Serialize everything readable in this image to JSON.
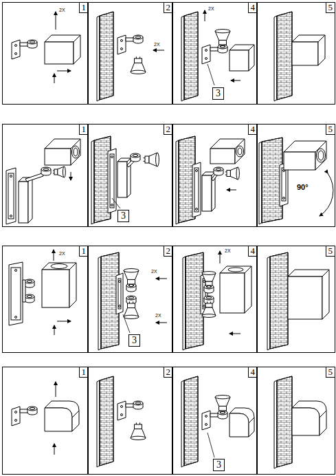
{
  "diagram": {
    "nodes": [
      {
        "text": [
          "1"
        ]
      },
      {
        "text": [
          "2"
        ]
      },
      {
        "text": [
          "4"
        ]
      },
      {
        "text": [
          "3"
        ],
        "in": 2
      },
      {
        "text": [
          "5"
        ]
      },
      {
        "text": [
          "1"
        ]
      },
      {
        "text": [
          "2"
        ]
      },
      {
        "text": [
          "3"
        ],
        "in": 6
      },
      {
        "text": [
          "4"
        ]
      },
      {
        "text": [
          "5"
        ]
      },
      {
        "text": [
          "1"
        ]
      },
      {
        "text": [
          "2"
        ]
      },
      {
        "text": [
          "3"
        ],
        "in": 11
      },
      {
        "text": [
          "4"
        ]
      },
      {
        "text": [
          "5"
        ]
      },
      {
        "text": [
          "1"
        ]
      },
      {
        "text": [
          "2"
        ]
      },
      {
        "text": [
          "4"
        ]
      },
      {
        "text": [
          "3"
        ],
        "in": 17
      },
      {
        "text": [
          "5"
        ]
      }
    ],
    "labels": [
      "2X",
      "2X",
      "2X",
      "90°",
      "2X",
      "2X",
      "2X",
      "2X"
    ]
  }
}
